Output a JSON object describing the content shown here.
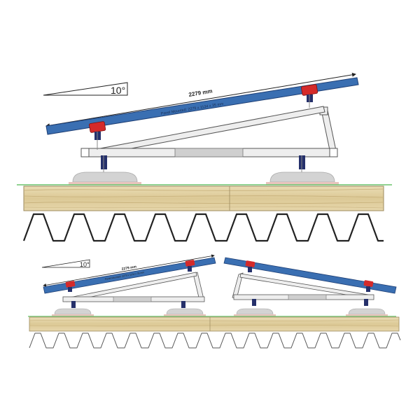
{
  "top": {
    "angle_label": "10°",
    "length_label": "2279 mm",
    "panel_label": "Panel Mounted: 2279 x 1134 x 35 mm"
  },
  "bottom": {
    "angle_label": "10°",
    "length_label": "2279 mm",
    "panel_label": "Panel Mounted: 2279 x 1134 x 35 mm"
  },
  "colors": {
    "panel_blue": "#3a6fb2",
    "panel_edge": "#1e3f75",
    "clamp_red": "#d42a2a",
    "bolt_blue": "#25306b",
    "frame_fill": "#eeeeee",
    "frame_stroke": "#555555",
    "ground_line": "#6bc46b",
    "wood": "#e3d3a8",
    "pad_pink": "#e9c4bd",
    "pad_grey": "#d3d3d3",
    "deck_stroke": "#222222"
  }
}
